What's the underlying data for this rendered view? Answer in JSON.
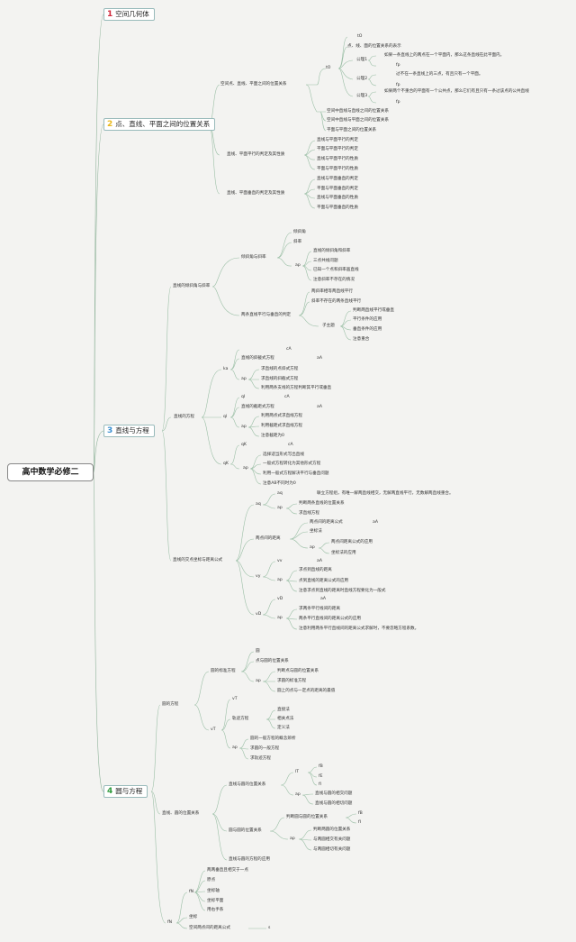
{
  "root": "高中数学必修二",
  "sections": [
    {
      "num": "1",
      "label": "空间几何体",
      "color": "#d0283b"
    },
    {
      "num": "2",
      "label": "点、直线、平面之间的位置关系",
      "color": "#e8b81c"
    },
    {
      "num": "3",
      "label": "直线与方程",
      "color": "#3a8fd0"
    },
    {
      "num": "4",
      "label": "圆与方程",
      "color": "#2f9a3c"
    }
  ],
  "s2": {
    "b1": "空间点、直线、平面之间的位置关系",
    "b1_sub": "tO",
    "items": [
      "tO",
      "点、线、面的位置关系的表示",
      "公理1",
      "如果一条直线上的两点在一个平面内，那么这条直线在此平面内。",
      "fp",
      "公理2",
      "过不在一条直线上的三点，有且只有一个平面。",
      "fp",
      "公理3",
      "如果两个不重合的平面有一个公共点，那么它们有且只有一条过该点的公共直线",
      "fp",
      "空间中直线与直线之间的位置关系",
      "空间中直线与平面之间的位置关系",
      "平面与平面之间的位置关系"
    ],
    "b2": "直线、平面平行的判定及其性质",
    "b2_items": [
      "直线与平面平行的判定",
      "平面与平面平行的判定",
      "直线与平面平行的性质",
      "平面与平面平行的性质"
    ],
    "b3": "直线、平面垂直的判定及其性质",
    "b3_items": [
      "直线与平面垂直的判定",
      "平面与平面垂直的判定",
      "直线与平面垂直的性质",
      "平面与平面垂直的性质"
    ]
  },
  "s3": {
    "b1": "直线的倾斜角与斜率",
    "b1a": "倾斜角与斜率",
    "b1a_items": [
      "倾斜角",
      "斜率",
      "ap",
      "直线的倾斜角和斜率",
      "三点共线问题",
      "已知一个点和斜率画直线",
      "注意斜率不存在的情况"
    ],
    "b1b": "两条直线平行与垂直的判定",
    "b1b_items": [
      "两斜率相等两直线平行",
      "斜率不存在的两条直线平行",
      "子主题",
      "判断两直线平行或垂直",
      "平行条件的应用",
      "垂直条件的应用",
      "注意重合"
    ],
    "b2": "直线的方程",
    "b2_ka": [
      "ka",
      "cA",
      "直线的斜截式方程",
      "aA",
      "ap",
      "求直线的点斜式方程",
      "求直线的斜截式方程",
      "利用两条支线的方程判断其平行或垂直"
    ],
    "b2_ql": [
      "ql",
      "qI",
      "cA",
      "直线的截距式方程",
      "aA",
      "ap",
      "利用两点式求直线方程",
      "利用截距式求直线方程",
      "注意截距为0"
    ],
    "b2_qk": [
      "qK",
      "cA",
      "ap",
      "选择适当形式写出直线",
      "一般式方程转化为其他形式方程",
      "利用一般式方程解决平行与垂直问题",
      "注意AB不同时为0"
    ],
    "b3": "直线的交点坐标与距离公式",
    "b3_items": [
      "aq",
      "aq",
      "联立方程组，有唯一解两直线相交，无解两直线平行，无数解两直线重合。",
      "ap",
      "判断两条直线的位置关系",
      "求直线方程",
      "两点间的距离",
      "两点间的距离公式",
      "aA",
      "坐标法",
      "ap",
      "两点间距离公式的应用",
      "坐标法的应用",
      "vy",
      "vv",
      "aA",
      "ap",
      "求点到直线的距离",
      "点到直线的距离公式的应用",
      "注意求点到直线的距离时直线方程要化为一般式",
      "vD",
      "vD",
      "aA",
      "ap",
      "求两条平行线间的距离",
      "两条平行直线间的距离公式的应用",
      "注意利用两条平行直线间的距离公式求解时，不要忽略方程系数。"
    ]
  },
  "s4": {
    "b1": "圆的方程",
    "b1a": "圆的标准方程",
    "b1a_items": [
      "圆",
      "点与圆的位置关系",
      "ap",
      "判断点与圆的位置关系",
      "求圆的标准方程",
      "圆上的点与一定点的距离的最值"
    ],
    "b1b": "vT",
    "b1b_items": [
      "vT",
      "轨迹方程",
      "直接法",
      "相关点法",
      "定义法",
      "ap",
      "圆的一般方程的概念辨析",
      "求圆的一般方程",
      "求轨迹方程"
    ],
    "b2": "直线、圆的位置关系",
    "b2a": "直线与圆的位置关系",
    "b2a_items": [
      "lT",
      "fB",
      "fE",
      "fI",
      "ap",
      "直线与圆的相交问题",
      "直线与圆的相切问题"
    ],
    "b2b": "圆与圆的位置关系",
    "b2b_items": [
      "判断圆与圆的位置关系",
      "fB",
      "fI",
      "ap",
      "判断两圆的位置关系",
      "与两圆相交有关问题",
      "与两圆相切有关问题"
    ],
    "b2c": "直线与圆的方程的应用",
    "b3": "fN",
    "b3_items": [
      "fN",
      "两两垂直且相交于一点",
      "原点",
      "坐标轴",
      "坐标平面",
      "用右手系",
      "坐标",
      "空间两点间的距离公式",
      "s"
    ]
  }
}
